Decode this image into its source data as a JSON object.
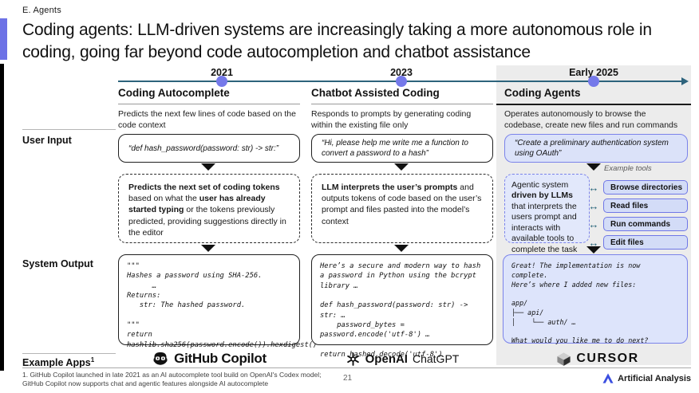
{
  "meta": {
    "eyebrow": "E. Agents",
    "title": "Coding agents: LLM-driven systems are increasingly taking a more autonomous role in coding, going far beyond code autocompletion and chatbot assistance",
    "page_number": "21",
    "footnote": "1. GitHub Copilot launched in late 2021 as an AI autocomplete tool build on OpenAI's Codex model;\nGitHub Copilot now supports chat and agentic features alongside AI autocomplete",
    "brand_name": "Artificial Analysis"
  },
  "timeline": {
    "years": [
      "2021",
      "2023",
      "Early 2025"
    ]
  },
  "row_labels": {
    "user_input": "User Input",
    "system_output": "System Output",
    "example_apps": "Example Apps",
    "example_apps_sup": "1"
  },
  "columns": [
    {
      "header": "Coding Autocomplete",
      "description": "Predicts the next few lines of code based on the code context",
      "user_input": "“def hash_password(password: str) -> str:”",
      "process": [
        {
          "text": "Predicts the next set of coding tokens",
          "bold": true
        },
        {
          "text": " based on what the ",
          "bold": false
        },
        {
          "text": "user has already started typing",
          "bold": true
        },
        {
          "text": " or the tokens previously predicted, providing suggestions directly in the editor",
          "bold": false
        }
      ],
      "output_code": "\"\"\"\nHashes a password using SHA-256.\n      …\nReturns:\n   str: The hashed password.\n\n\"\"\"\nreturn\nhashlib.sha256(password.encode()).hexdigest()",
      "app": "GitHub Copilot"
    },
    {
      "header": "Chatbot Assisted Coding",
      "description": "Responds to prompts by generating coding within the existing file only",
      "user_input": "“Hi, please help me write me a function to convert a password to a hash”",
      "process": [
        {
          "text": "LLM interprets the user’s prompts",
          "bold": true
        },
        {
          "text": " and outputs tokens of code based on the user’s prompt and files pasted into the model’s context",
          "bold": false
        }
      ],
      "output_code": "Here’s a secure and modern way to hash\na password in Python using the bcrypt\nlibrary …\n\ndef hash_password(password: str) ->\nstr: …\n    password_bytes =\npassword.encode('utf-8') …\n\nreturn hashed.decode('utf-8')",
      "app_primary": "OpenAI",
      "app_secondary": "ChatGPT"
    },
    {
      "header": "Coding Agents",
      "description": "Operates autonomously to browse the codebase, create new files and run commands",
      "user_input": "“Create a preliminary authentication system using OAuth”",
      "process": [
        {
          "text": "Agentic system ",
          "bold": false
        },
        {
          "text": "driven by LLMs",
          "bold": true
        },
        {
          "text": " that interprets the users prompt and interacts with available tools to complete the task",
          "bold": false
        }
      ],
      "output_code": "Great! The implementation is now complete.\nHere’s where I added new files:\n\napp/\n├── api/\n│    └── auth/ …\n\nWhat would you like me to do next?",
      "app": "CURSOR"
    }
  ],
  "tools": {
    "label": "Example tools",
    "items": [
      "Browse directories",
      "Read files",
      "Run commands",
      "Edit files"
    ],
    "arrow": "↔"
  },
  "colors": {
    "accent_purple": "#6d72e6",
    "dot_purple": "#7579ea",
    "timeline_teal": "#2d637c",
    "lavender_fill": "#dbe2f9",
    "lavender_border": "#7b83ea",
    "gray_panel": "#ececec"
  }
}
